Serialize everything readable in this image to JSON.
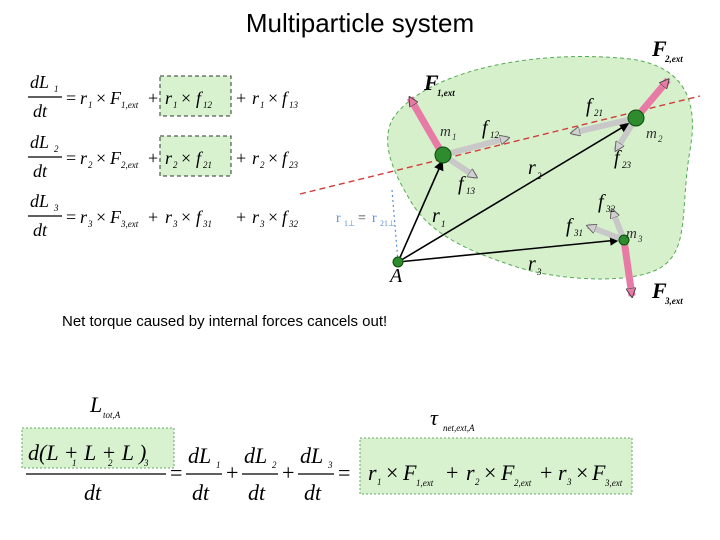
{
  "title": "Multiparticle system",
  "note": "Net torque caused by internal forces cancels out!",
  "equations": [
    {
      "lhs_num": "dL",
      "lhs_idx": "1",
      "lhs_den": "dt",
      "terms": [
        {
          "r": "1",
          "f": "F",
          "fsub": "1,ext"
        },
        {
          "r": "1",
          "f": "f",
          "fsub": "12"
        },
        {
          "r": "1",
          "f": "f",
          "fsub": "13"
        }
      ]
    },
    {
      "lhs_num": "dL",
      "lhs_idx": "2",
      "lhs_den": "dt",
      "terms": [
        {
          "r": "2",
          "f": "F",
          "fsub": "2,ext"
        },
        {
          "r": "2",
          "f": "f",
          "fsub": "21"
        },
        {
          "r": "2",
          "f": "f",
          "fsub": "23"
        }
      ]
    },
    {
      "lhs_num": "dL",
      "lhs_idx": "3",
      "lhs_den": "dt",
      "terms": [
        {
          "r": "3",
          "f": "F",
          "fsub": "3,ext"
        },
        {
          "r": "3",
          "f": "f",
          "fsub": "31"
        },
        {
          "r": "3",
          "f": "f",
          "fsub": "32"
        }
      ]
    }
  ],
  "diagram": {
    "origin_label": "A",
    "masses": [
      "m",
      "m",
      "m"
    ],
    "mass_subs": [
      "1",
      "2",
      "3"
    ],
    "r_labels": [
      "r",
      "r",
      "r"
    ],
    "r_subs": [
      "1",
      "2",
      "3"
    ],
    "ext_force": "F",
    "ext_subs": [
      "1,ext",
      "2,ext",
      "3,ext"
    ],
    "int_force": "f",
    "int_subs": [
      "12",
      "21",
      "13",
      "23",
      "31",
      "32"
    ],
    "perp_left": "r",
    "perp_right": "r",
    "perp_sub_left": "1⊥",
    "perp_sub_right": "21⊥",
    "colors": {
      "region_fill": "#d6f0cc",
      "ext_arrow": "#e87aa6",
      "int_arrow": "#c8c8c8",
      "mass_fill": "#2e8b2e",
      "dashed_line": "#d23c3c",
      "perp_line": "#5a8fd6",
      "highlight_box": "#d8f2d0"
    }
  },
  "bottom": {
    "tot_label": "L",
    "tot_sub": "tot,A",
    "net_label": "τ",
    "net_sub": "net,ext,A",
    "numerator": "d(L + L + L )",
    "num_subs": [
      "1",
      "2",
      "3"
    ],
    "den": "dt",
    "lhs_terms": [
      {
        "num": "dL",
        "sub": "1",
        "den": "dt"
      },
      {
        "num": "dL",
        "sub": "2",
        "den": "dt"
      },
      {
        "num": "dL",
        "sub": "3",
        "den": "dt"
      }
    ],
    "rhs_terms": [
      {
        "r": "1",
        "f": "F",
        "fsub": "1,ext"
      },
      {
        "r": "2",
        "f": "F",
        "fsub": "2,ext"
      },
      {
        "r": "3",
        "f": "F",
        "fsub": "3,ext"
      }
    ]
  }
}
